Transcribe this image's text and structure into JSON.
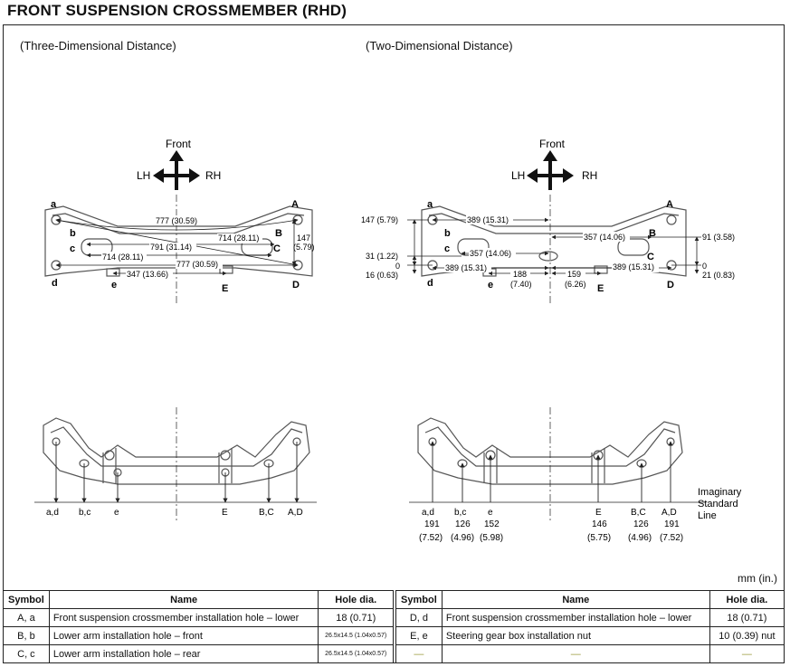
{
  "title": "FRONT SUSPENSION CROSSMEMBER (RHD)",
  "left_heading": "(Three-Dimensional Distance)",
  "right_heading": "(Two-Dimensional Distance)",
  "directions": {
    "front": "Front",
    "lh": "LH",
    "rh": "RH"
  },
  "points": {
    "a": "a",
    "A": "A",
    "b": "b",
    "B": "B",
    "c": "c",
    "C": "C",
    "d": "d",
    "D": "D",
    "e": "e",
    "E": "E"
  },
  "dims_3d": {
    "ab": "777 (30.59)",
    "bc": "714 (28.11)",
    "diag": "791 (31.14)",
    "cd": "714 (28.11)",
    "dd": "777 (30.59)",
    "ee": "347 (13.66)",
    "h1": "147",
    "h2": "(5.79)"
  },
  "dims_2d": {
    "left_h": "147 (5.79)",
    "a_center": "389 (15.31)",
    "b_rh": "357 (14.06)",
    "r91": "91 (3.58)",
    "l31": "31 (1.22)",
    "c_lh": "357 (14.06)",
    "zero": "0",
    "l16": "16 (0.63)",
    "d_left": "389 (15.31)",
    "e188a": "188",
    "e188b": "(7.40)",
    "e159a": "159",
    "e159b": "(6.26)",
    "d_right": "389 (15.31)",
    "r0": "0",
    "r21": "21 (0.83)"
  },
  "side_3d": {
    "ad": "a,d",
    "bc": "b,c",
    "e": "e",
    "E": "E",
    "BC": "B,C",
    "AD": "A,D"
  },
  "side_2d": [
    {
      "label": "a,d",
      "v": "191",
      "i": "(7.52)"
    },
    {
      "label": "b,c",
      "v": "126",
      "i": "(4.96)"
    },
    {
      "label": "e",
      "v": "152",
      "i": "(5.98)"
    },
    {
      "label": "E",
      "v": "146",
      "i": "(5.75)"
    },
    {
      "label": "B,C",
      "v": "126",
      "i": "(4.96)"
    },
    {
      "label": "A,D",
      "v": "191",
      "i": "(7.52)"
    }
  ],
  "imaginary": [
    "Imaginary",
    "Standard",
    "Line"
  ],
  "units": "mm (in.)",
  "table": {
    "headers": [
      "Symbol",
      "Name",
      "Hole dia."
    ],
    "left_rows": [
      {
        "symbol": "A, a",
        "name": "Front suspension crossmember installation hole – lower",
        "dia": "18 (0.71)"
      },
      {
        "symbol": "B, b",
        "name": "Lower arm installation hole – front",
        "dia": "26.5x14.5 (1.04x0.57)"
      },
      {
        "symbol": "C, c",
        "name": "Lower arm installation hole – rear",
        "dia": "26.5x14.5 (1.04x0.57)"
      }
    ],
    "right_rows": [
      {
        "symbol": "D, d",
        "name": "Front suspension crossmember installation hole – lower",
        "dia": "18 (0.71)"
      },
      {
        "symbol": "E, e",
        "name": "Steering gear box installation nut",
        "dia": "10 (0.39) nut"
      },
      {
        "symbol": "—",
        "name": "—",
        "dia": "—"
      }
    ]
  },
  "colors": {
    "line": "#222222",
    "part": "#555555",
    "dash": "#9a9a3a"
  }
}
